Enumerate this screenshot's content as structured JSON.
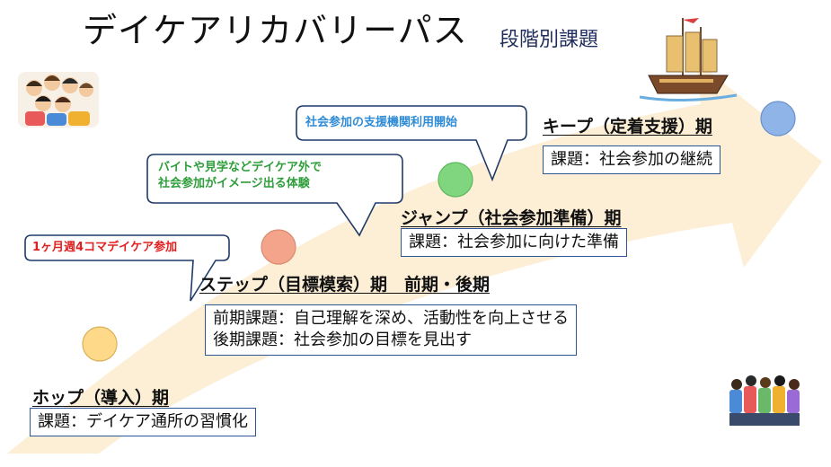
{
  "title": "デイケアリカバリーパス",
  "subtitle": "段階別課題",
  "phases": [
    {
      "heading": "ホップ（導入）期",
      "lines": [
        "課題：デイケア通所の習慣化"
      ],
      "circle_color": "#ffd98a"
    },
    {
      "heading": "ステップ（目標模索）期　前期・後期",
      "lines": [
        "前期課題：自己理解を深め、活動性を向上させる",
        "後期課題：社会参加の目標を見出す"
      ],
      "circle_color": "#f4a48a"
    },
    {
      "heading": "ジャンプ（社会参加準備）期",
      "lines": [
        "課題：社会参加に向けた準備"
      ],
      "circle_color": "#7fd67f"
    },
    {
      "heading": "キープ（定着支援）期",
      "lines": [
        "課題：社会参加の継続"
      ],
      "circle_color": "#8fb4e8"
    }
  ],
  "callouts": [
    {
      "text": "1ヶ月週4コマデイケア参加",
      "color": "#e02020"
    },
    {
      "lines": [
        "バイトや見学などデイケア外で",
        "社会参加がイメージ出る体験"
      ],
      "color": "#2e9e3a"
    },
    {
      "text": "社会参加の支援機関利用開始",
      "color": "#2e8bd6"
    }
  ],
  "colors": {
    "arrow": "#fdeed6",
    "box_border": "#2f5597",
    "callout_border": "#1f3a68"
  }
}
